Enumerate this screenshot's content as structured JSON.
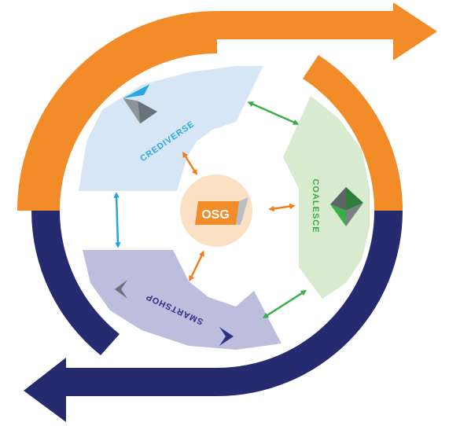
{
  "center": {
    "label": "OSG"
  },
  "segments": {
    "crediverse": {
      "label": "CREDIVERSE"
    },
    "coalesce": {
      "label": "COALESCE"
    },
    "smartshop": {
      "label": "SMARTSHOP"
    }
  },
  "colors": {
    "orange": "#F28C28",
    "navy": "#262A6E",
    "crediverse_fill": "#D6E6F5",
    "crediverse_text": "#2AA7DF",
    "coalesce_fill": "#D8EBCF",
    "coalesce_text": "#3AA845",
    "smartshop_fill": "#BDBEDE",
    "smartshop_text": "#2D3182",
    "center_fill": "#FCE0C4",
    "arrow_orange": "#F07F22",
    "arrow_green": "#3AAE49",
    "arrow_blue": "#29A3DD"
  }
}
